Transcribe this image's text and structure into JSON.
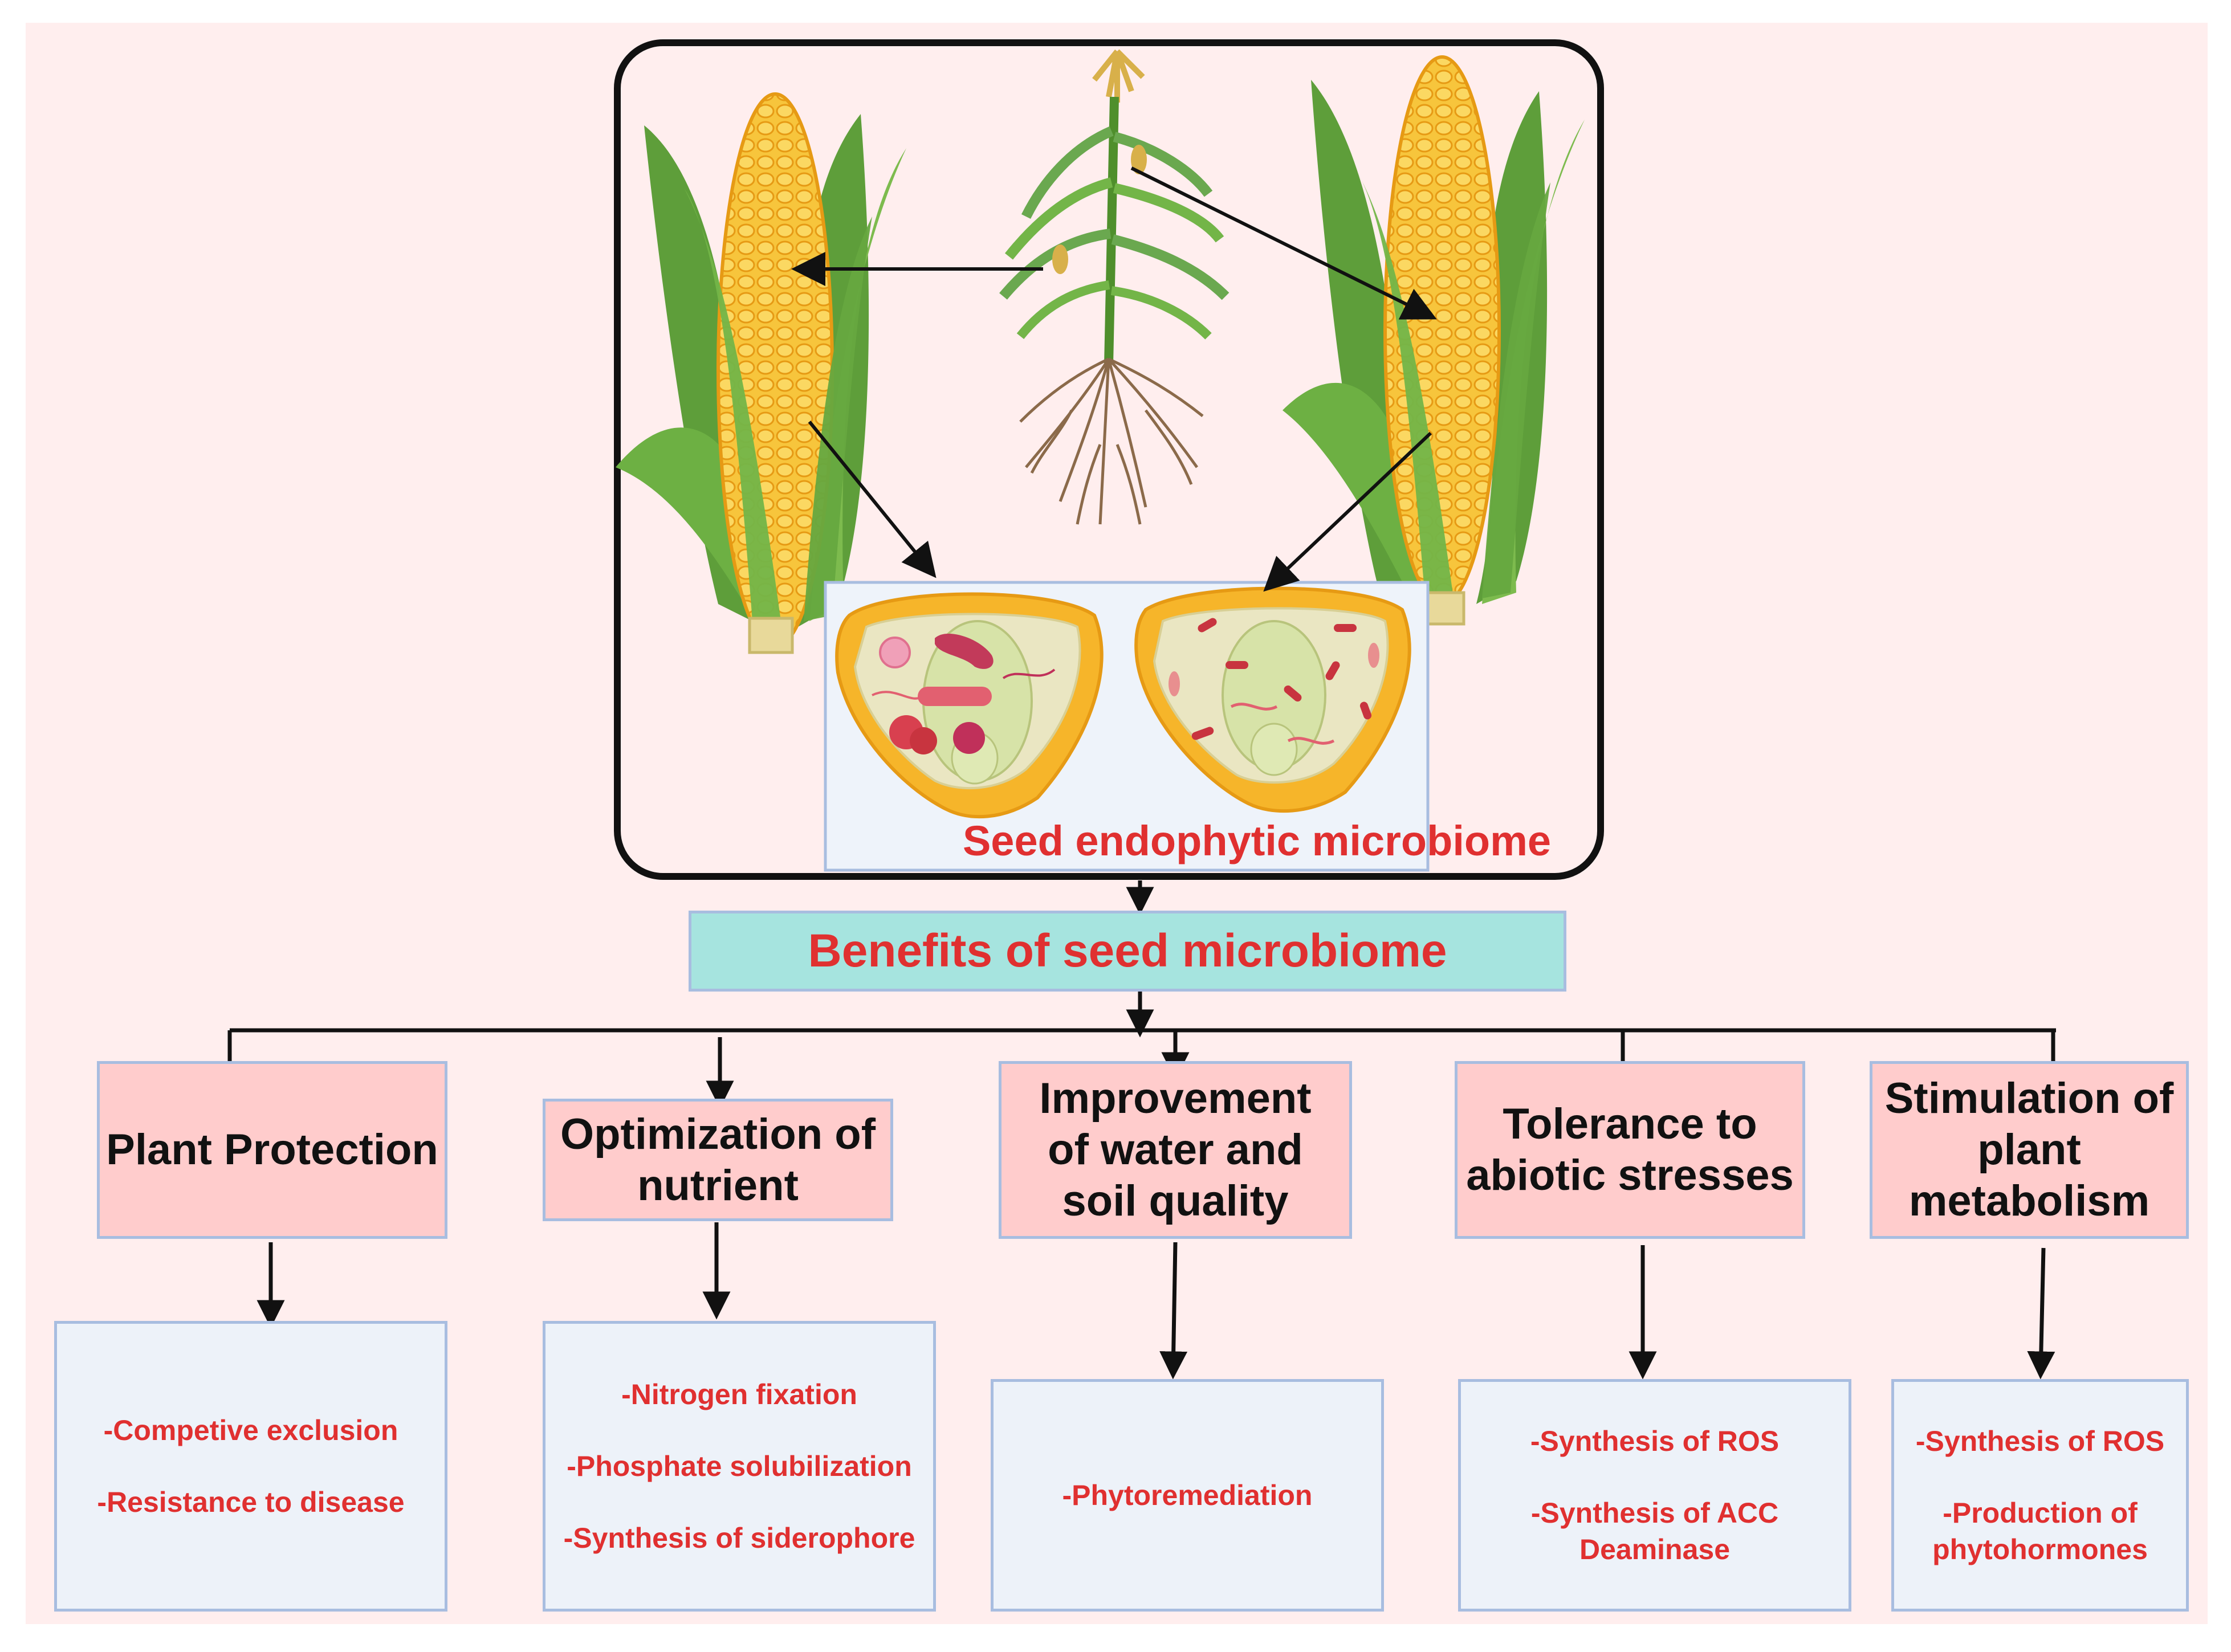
{
  "seed_label": "Seed endophytic microbiome",
  "benefits_title": "Benefits of seed microbiome",
  "categories": [
    {
      "title_lines": [
        "Plant Protection"
      ],
      "details": [
        "-Competive exclusion",
        "-Resistance to disease"
      ]
    },
    {
      "title_lines": [
        "Optimization of",
        "nutrient"
      ],
      "details": [
        "-Nitrogen fixation",
        "-Phosphate solubilization",
        "-Synthesis of siderophore"
      ]
    },
    {
      "title_lines": [
        "Improvement",
        "of water and",
        "soil quality"
      ],
      "details": [
        "-Phytoremediation"
      ]
    },
    {
      "title_lines": [
        "Tolerance to",
        "abiotic stresses"
      ],
      "details": [
        "-Synthesis of ROS",
        "",
        "-Synthesis of ACC",
        "Deaminase"
      ]
    },
    {
      "title_lines": [
        "Stimulation of",
        "plant",
        "metabolism"
      ],
      "details": [
        "-Synthesis of ROS",
        "",
        "-Production of",
        "phytohormones"
      ]
    }
  ],
  "colors": {
    "background": "#ffeeee",
    "header_fill": "#ffcccc",
    "detail_fill": "#edf2f9",
    "benefits_fill": "#a6e4df",
    "box_border": "#a8bde0",
    "accent_text": "#e03030",
    "corn_kernel": "#f6b52a",
    "leaf_green": "#6aa84f"
  },
  "icons": [
    "corn-cob-icon",
    "maize-plant-icon",
    "seed-cross-section-icon",
    "bacteria-icon"
  ]
}
